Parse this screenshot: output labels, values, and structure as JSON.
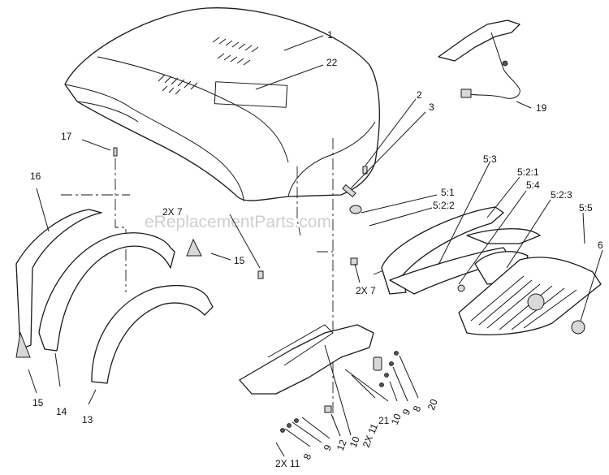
{
  "watermark": "eReplacementParts.com",
  "callouts": {
    "c1": "1",
    "c22": "22",
    "c2": "2",
    "c3": "3",
    "c19": "19",
    "c17": "17",
    "c16": "16",
    "c2x7a": "2X 7",
    "c15a": "15",
    "c51": "5:1",
    "c522": "5:2:2",
    "c53": "5:3",
    "c521": "5:2:1",
    "c54": "5:4",
    "c523": "5:2:3",
    "c55": "5:5",
    "c6": "6",
    "c2x7b": "2X 7",
    "c15b": "15",
    "c14": "14",
    "c13": "13",
    "c21": "21",
    "c10a": "10",
    "c9a": "9",
    "c8a": "8",
    "c20": "20",
    "c2x11a": "2X 11",
    "c10b": "10",
    "c12": "12",
    "c9b": "9",
    "c8b": "8",
    "c2x11b": "2X 11"
  }
}
